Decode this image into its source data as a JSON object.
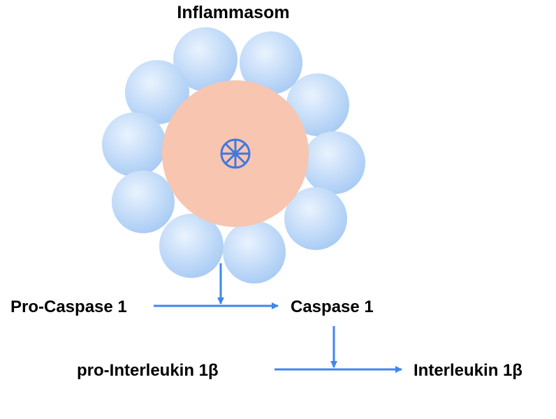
{
  "diagram": {
    "title": "Inflammasom",
    "pathway": {
      "step1": {
        "from": "Pro-Caspase 1",
        "to": "Caspase 1"
      },
      "step2": {
        "from": "pro-Interleukin 1β",
        "to": "Interleukin 1β"
      }
    }
  },
  "colors": {
    "subunit": "#a9cdf6",
    "subunit_light": "#e7f1fd",
    "core": "#f7c5b0",
    "arrow": "#3f86ee",
    "star": "#3f78e0",
    "text": "#000000"
  }
}
